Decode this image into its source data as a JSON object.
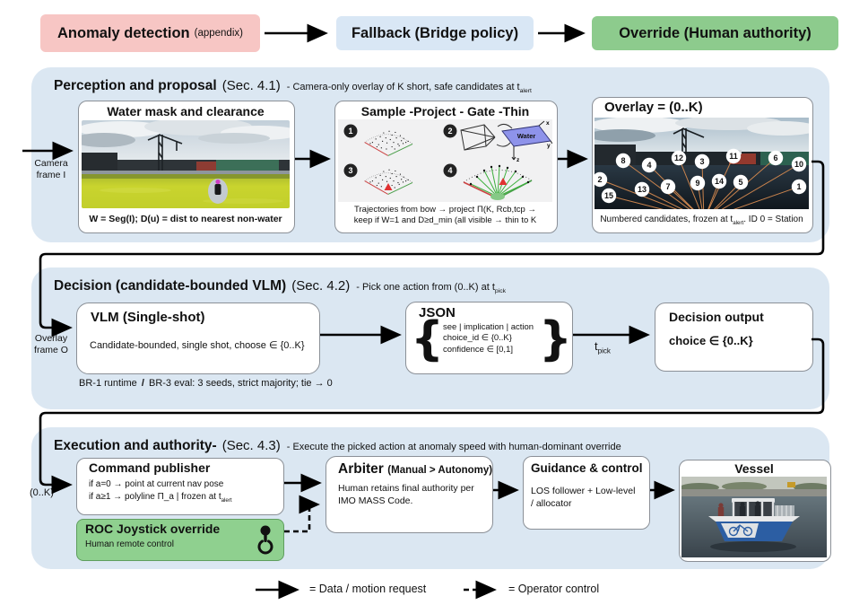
{
  "top_flow": {
    "anomaly_title": "Anomaly detection",
    "anomaly_suffix": "(appendix)",
    "fallback_title": "Fallback (Bridge policy)",
    "override_title": "Override (Human authority)"
  },
  "panel1": {
    "title": "Perception and proposal",
    "sec": "(Sec. 4.1)",
    "subtitle_pre": "- Camera-only overlay of K short, safe candidates at t",
    "subtitle_sub": "alert",
    "camera_label_line1": "Camera",
    "camera_label_line2": "frame I",
    "water_mask": {
      "title": "Water mask and clearance",
      "caption": "W = Seg(I); D(u) = dist to nearest non-water"
    },
    "sample": {
      "title": "Sample -Project - Gate -Thin",
      "badges": [
        "1",
        "2",
        "3",
        "4"
      ],
      "water_label": "Water",
      "axis_x": "x",
      "axis_y": "y",
      "axis_z": "z",
      "caption_line1": "Trajectories from bow → project Π(K, Rcb,tcp →",
      "caption_line2": "keep if W=1 and D≥d_min (all visible → thin to K"
    },
    "overlay": {
      "title": "Overlay = (0..K)",
      "candidates": [
        "8",
        "4",
        "12",
        "3",
        "11",
        "6",
        "10",
        "2",
        "15",
        "13",
        "7",
        "9",
        "14",
        "5",
        "1"
      ],
      "caption_pre": "Numbered candidates, frozen at t",
      "caption_sub": "alert",
      "caption_post": ". ID 0 = Station"
    }
  },
  "panel2": {
    "title": "Decision (candidate-bounded VLM)",
    "sec": "(Sec. 4.2)",
    "subtitle_pre": "- Pick one action from (0..K) at t",
    "subtitle_sub": "pick",
    "overlay_frame_line1": "Overlay",
    "overlay_frame_line2": "frame O",
    "vlm": {
      "title": "VLM (Single-shot)",
      "body": "Candidate-bounded, single shot, choose ∈ {0..K}",
      "footnote_pre": "BR-1 runtime",
      "footnote_slash": "/",
      "footnote_post": "BR-3 eval: 3 seeds, strict majority; tie → 0"
    },
    "json_box": {
      "title": "JSON",
      "brace_open": "{",
      "brace_close": "}",
      "line1": "see | implication | action",
      "line2": "choice_id ∈ {0..K}",
      "line3": "confidence ∈ [0,1]"
    },
    "tpick_pre": "t",
    "tpick_sub": "pick",
    "decision_output": {
      "title": "Decision output",
      "body": "choice ∈ {0..K}"
    }
  },
  "panel3": {
    "title": "Execution and authority-",
    "sec": "(Sec. 4.3)",
    "subtitle": "- Execute the picked action at anomaly speed with human-dominant override",
    "input_label": "(0..K)",
    "command_publisher": {
      "title": "Command publisher",
      "line1": "if a=0 → point at current nav pose",
      "line2_pre": "if a≥1 → polyline Π_a | frozen at t",
      "line2_sub": "alert"
    },
    "roc": {
      "title": "ROC Joystick override",
      "body": "Human remote control"
    },
    "arbiter": {
      "title": "Arbiter",
      "title_suffix": "(Manual > Autonomy)",
      "body": "Human retains final authority per IMO MASS Code."
    },
    "guidance": {
      "title": "Guidance & control",
      "body": "LOS follower + Low-level / allocator"
    },
    "vessel": {
      "title": "Vessel"
    }
  },
  "legend": {
    "solid": "= Data / motion request",
    "dashed": "= Operator control"
  },
  "colors": {
    "panel_bg": "#dbe7f2",
    "anomaly_pink": "#f7c6c4",
    "fallback_blue": "#d9e7f5",
    "override_green": "#8dcb8d",
    "roc_green": "#8fd08f",
    "water_mask_green": "#c9d42e",
    "overlay_line_orange": "#c9834d",
    "water_plane_blue": "#8e93ea"
  }
}
